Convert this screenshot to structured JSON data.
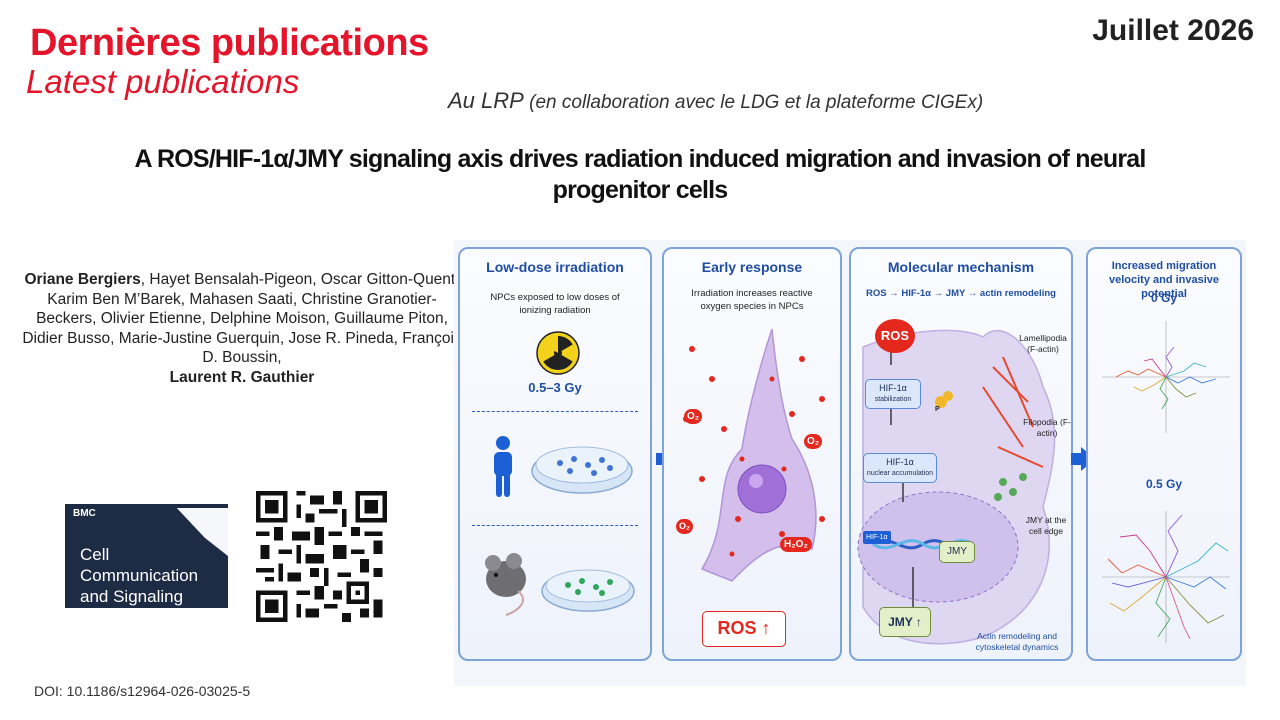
{
  "header": {
    "title_fr": "Dernières publications",
    "title_en": "Latest publications",
    "date": "Juillet 2026",
    "lab_main": "Au LRP",
    "lab_note": "(en collaboration  avec le LDG et la plateforme CIGEx)"
  },
  "paper": {
    "title": "A ROS/HIF-1α/JMY signaling axis drives radiation induced migration and invasion of neural progenitor cells",
    "first_author": "Oriane Bergiers",
    "authors": ", Hayet Bensalah-Pigeon, Oscar Gitton-Quent, Karim Ben M’Barek, Mahasen Saati, Christine Granotier-Beckers, Olivier Etienne, Delphine Moison, Guillaume Piton, Didier Busso, Marie-Justine Guerquin, Jose R. Pineda, François D. Boussin,",
    "last_author": "Laurent R. Gauthier",
    "doi": "DOI: 10.1186/s12964-026-03025-5"
  },
  "journal": {
    "publisher": "BMC",
    "name": "Cell Communication and Signaling"
  },
  "figure": {
    "panel1": {
      "title": "Low-dose irradiation",
      "text": "NPCs exposed to low doses of ionizing radiation",
      "dose": "0.5–3 Gy"
    },
    "panel2": {
      "title": "Early response",
      "text": "Irradiation increases reactive oxygen species in NPCs",
      "o2": "O₂",
      "h2o2": "H₂O₂",
      "ros_box": "ROS ↑"
    },
    "panel3": {
      "title": "Molecular mechanism",
      "pathway": "ROS → HIF-1α → JMY → actin remodeling",
      "ros": "ROS",
      "hif_stab_title": "HIF-1α",
      "hif_stab_sub": "stabilization",
      "hif_nuc_title": "HIF-1α",
      "hif_nuc_sub": "nuclear accumulation",
      "hif_dna": "HIF-1α",
      "jmy": "JMY",
      "jmy_up": "JMY ↑",
      "lamellipodia": "Lamellipodia (F-actin)",
      "filopodia": "Filopodia (F-actin)",
      "jmy_edge": "JMY at the cell edge",
      "actin": "Actin remodeling and cytoskeletal dynamics",
      "p": "P"
    },
    "panel4": {
      "title": "Increased migration velocity and invasive potential",
      "dose0": "0 Gy",
      "dose05": "0.5 Gy"
    }
  },
  "colors": {
    "accent_red": "#e4142b",
    "figure_blue": "#1f4da3",
    "journal_navy": "#1e2b45"
  }
}
